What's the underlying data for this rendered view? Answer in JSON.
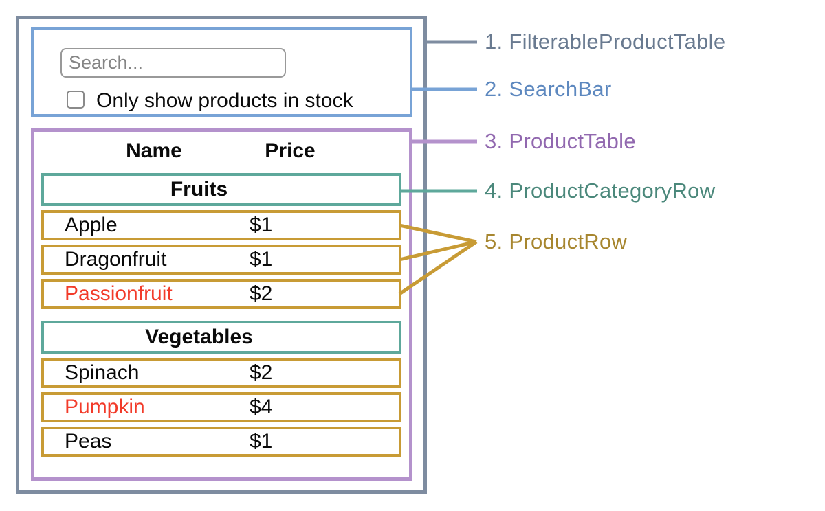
{
  "colors": {
    "slate-line": "#7e8ca0",
    "slate-text": "#697a90",
    "blue-line": "#78a3d6",
    "blue-text": "#5d88bf",
    "purple-line": "#b492cc",
    "purple-text": "#9168af",
    "teal-line": "#5ea89b",
    "teal-text": "#4b887b",
    "gold-line": "#c89b35",
    "gold-text": "#a7862f",
    "red-text": "#f23b2a"
  },
  "search_bar": {
    "placeholder": "Search...",
    "checkbox_label": "Only show products in stock",
    "checkbox_checked": false
  },
  "table": {
    "header": {
      "name": "Name",
      "price": "Price"
    },
    "sections": [
      {
        "category": "Fruits",
        "rows": [
          {
            "name": "Apple",
            "price": "$1",
            "red": false
          },
          {
            "name": "Dragonfruit",
            "price": "$1",
            "red": false
          },
          {
            "name": "Passionfruit",
            "price": "$2",
            "red": true
          }
        ]
      },
      {
        "category": "Vegetables",
        "rows": [
          {
            "name": "Spinach",
            "price": "$2",
            "red": false
          },
          {
            "name": "Pumpkin",
            "price": "$4",
            "red": true
          },
          {
            "name": "Peas",
            "price": "$1",
            "red": false
          }
        ]
      }
    ]
  },
  "legend": [
    {
      "label": "1. FilterableProductTable"
    },
    {
      "label": "2. SearchBar"
    },
    {
      "label": "3. ProductTable"
    },
    {
      "label": "4. ProductCategoryRow"
    },
    {
      "label": "5. ProductRow"
    }
  ]
}
